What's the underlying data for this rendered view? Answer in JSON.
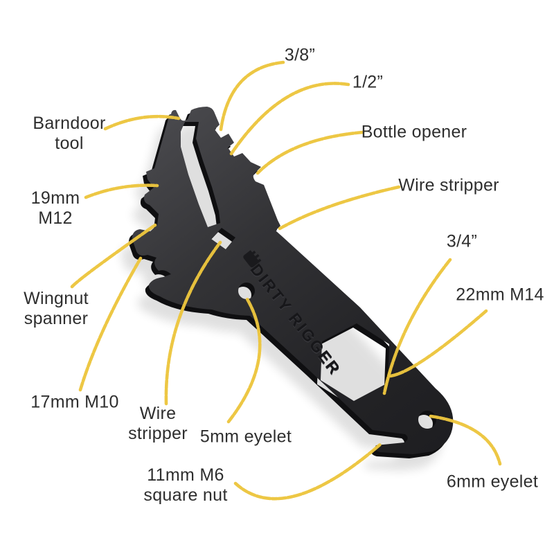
{
  "canvas": {
    "background": "#ffffff"
  },
  "colors": {
    "leader_line": "#ECC53E",
    "label_text": "#2e2e2e",
    "tool_face_light": "#4a4a4e",
    "tool_face_dark": "#1e1e21",
    "tool_side": "#0f0f11"
  },
  "tool": {
    "name": "riggers-multi-tool",
    "brand": "DIRTY RIGGER"
  },
  "labels": {
    "barndoor": [
      "Barndoor",
      "tool"
    ],
    "m12": [
      "19mm",
      "M12"
    ],
    "wingnut": [
      "Wingnut",
      "spanner"
    ],
    "m10": [
      "17mm M10"
    ],
    "wire_stripper_b": [
      "Wire",
      "stripper"
    ],
    "eyelet5": [
      "5mm eyelet"
    ],
    "square_nut": [
      "11mm M6",
      "square nut"
    ],
    "three_eighth": [
      "3/8”"
    ],
    "half": [
      "1/2”"
    ],
    "bottle_opener": [
      "Bottle opener"
    ],
    "wire_stripper_r": [
      "Wire stripper"
    ],
    "three_quarter": [
      "3/4”"
    ],
    "m14": [
      "22mm M14"
    ],
    "eyelet6": [
      "6mm eyelet"
    ]
  }
}
